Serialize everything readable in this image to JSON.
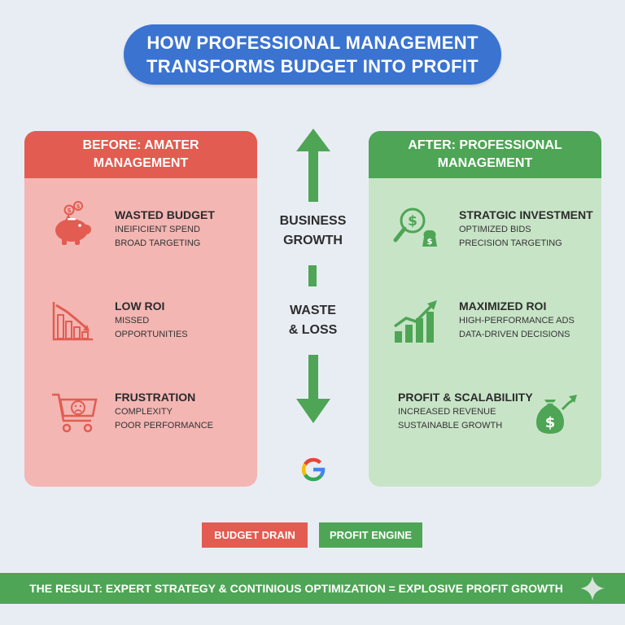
{
  "title": {
    "line1": "HOW PROFESSIONAL MANAGEMENT",
    "line2": "TRANSFORMS BUDGET INTO PROFIT"
  },
  "before": {
    "header_line1": "BEFORE: AMATER",
    "header_line2": "MANAGEMENT",
    "items": [
      {
        "icon": "piggy-bank-icon",
        "title": "WASTED BUDGET",
        "line1": "INEIFICIENT SPEND",
        "line2": "BROAD TARGETING"
      },
      {
        "icon": "declining-chart-icon",
        "title": "LOW ROI",
        "line1": "MISSED",
        "line2": "OPPORTUNITIES"
      },
      {
        "icon": "sad-cart-icon",
        "title": "FRUSTRATION",
        "line1": "COMPLEXITY",
        "line2": "POOR PERFORMANCE"
      }
    ]
  },
  "after": {
    "header_line1": "AFTER: PROFESSIONAL",
    "header_line2": "MANAGEMENT",
    "items": [
      {
        "icon": "magnifier-dollar-icon",
        "title": "STRATGIC INVESTMENT",
        "line1": "OPTIMIZED BIDS",
        "line2": "PRECISION TARGETING"
      },
      {
        "icon": "growth-chart-icon",
        "title": "MAXIMIZED ROI",
        "line1": "HIGH-PERFORMANCE ADS",
        "line2": "DATA-DRIVEN DECISIONS"
      },
      {
        "icon": "money-bag-icon",
        "title": "PROFIT & SCALABILIITY",
        "line1": "INCREASED REVENUE",
        "line2": "SUSTAINABLE GROWTH"
      }
    ]
  },
  "center": {
    "up_line1": "BUSINESS",
    "up_line2": "GROWTH",
    "down_line1": "WASTE",
    "down_line2": "& LOSS",
    "logo_icon": "google-g-icon"
  },
  "legend": {
    "red_label": "BUDGET DRAIN",
    "green_label": "PROFIT ENGINE"
  },
  "result": "THE RESULT: EXPERT STRATEGY & CONTINIOUS OPTIMIZATION = EXPLOSIVE PROFIT GROWTH",
  "colors": {
    "background": "#e8edf4",
    "title_blue": "#3b73d1",
    "red": "#e25c51",
    "red_light": "#f3b6b3",
    "green": "#4ea555",
    "green_light": "#c8e4c7"
  }
}
